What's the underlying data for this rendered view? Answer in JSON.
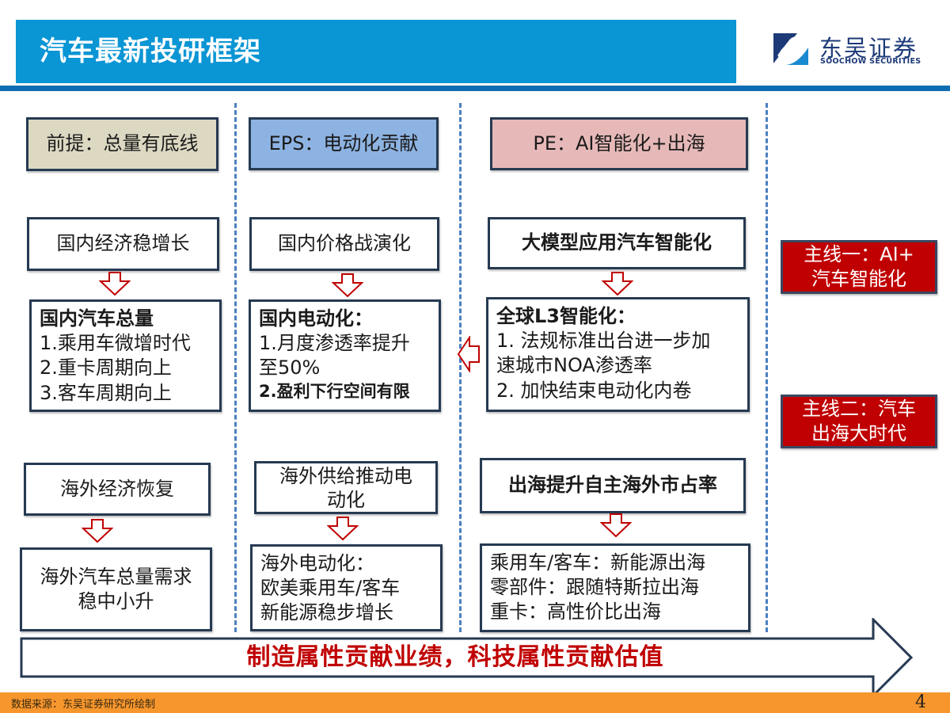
{
  "header": {
    "title": "汽车最新投研框架",
    "logo": {
      "cn": "东吴证券",
      "en": "SOOCHOW SECURITIES"
    },
    "colors": {
      "title_bar": "#0a95d4",
      "rule": "#0f6db3",
      "logo": "#1d3a78"
    }
  },
  "columns": [
    {
      "header": "前提：总量有底线",
      "header_color": "#dcd8c2",
      "domestic_driver": "国内经济稳增长",
      "domestic_result": {
        "title": "国内汽车总量",
        "items": [
          "1.乘用车微增时代",
          "2.重卡周期向上",
          "3.客车周期向上"
        ]
      },
      "overseas_driver": "海外经济恢复",
      "overseas_result": {
        "lines": [
          "海外汽车总量需求",
          "稳中小升"
        ]
      }
    },
    {
      "header": "EPS：电动化贡献",
      "header_color": "#8db3e2",
      "domestic_driver": "国内价格战演化",
      "domestic_result": {
        "title": "国内电动化：",
        "items": [
          "1.月度渗透率提升",
          "至50%"
        ],
        "bold_item": "2.盈利下行空间有限"
      },
      "overseas_driver": {
        "lines": [
          "海外供给推动电",
          "动化"
        ]
      },
      "overseas_result": {
        "lines": [
          "海外电动化：",
          "欧美乘用车/客车",
          "新能源稳步增长"
        ]
      }
    },
    {
      "header": "PE：AI智能化+出海",
      "header_color": "#e6b9b8",
      "domestic_driver": "大模型应用汽车智能化",
      "domestic_result": {
        "title": "全球L3智能化：",
        "items": [
          "1. 法规标准出台进一步加",
          "速城市NOA渗透率",
          "2. 加快结束电动化内卷"
        ]
      },
      "overseas_driver": "出海提升自主海外市占率",
      "overseas_result": {
        "lines": [
          "乘用车/客车：新能源出海",
          "零部件：跟随特斯拉出海",
          "重卡：高性价比出海"
        ]
      }
    }
  ],
  "main_lines": [
    {
      "lines": [
        "主线一：AI+",
        "汽车智能化"
      ]
    },
    {
      "lines": [
        "主线二：汽车",
        "出海大时代"
      ]
    }
  ],
  "arrow_banner": "制造属性贡献业绩，科技属性贡献估值",
  "footer": {
    "source": "数据来源：东吴证券研究所绘制",
    "page": "4",
    "color": "#f7962d"
  },
  "accent_colors": {
    "arrow_red": "#c00000",
    "box_border": "#263a52",
    "divider": "#4a7fc0"
  }
}
